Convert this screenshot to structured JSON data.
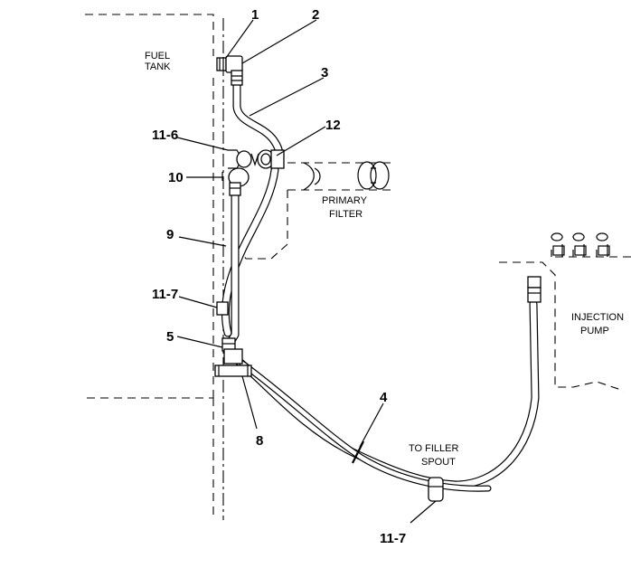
{
  "labels": {
    "fuel_tank_line1": "FUEL",
    "fuel_tank_line2": "TANK",
    "primary_filter_line1": "PRIMARY",
    "primary_filter_line2": "FILTER",
    "injection_pump_line1": "INJECTION",
    "injection_pump_line2": "PUMP",
    "filler_spout_line1": "TO FILLER",
    "filler_spout_line2": "SPOUT"
  },
  "callouts": {
    "c1": "1",
    "c2": "2",
    "c3": "3",
    "c4": "4",
    "c5": "5",
    "c8": "8",
    "c9": "9",
    "c10": "10",
    "c11_6": "11-6",
    "c11_7_upper": "11-7",
    "c11_7_lower": "11-7",
    "c12": "12"
  }
}
